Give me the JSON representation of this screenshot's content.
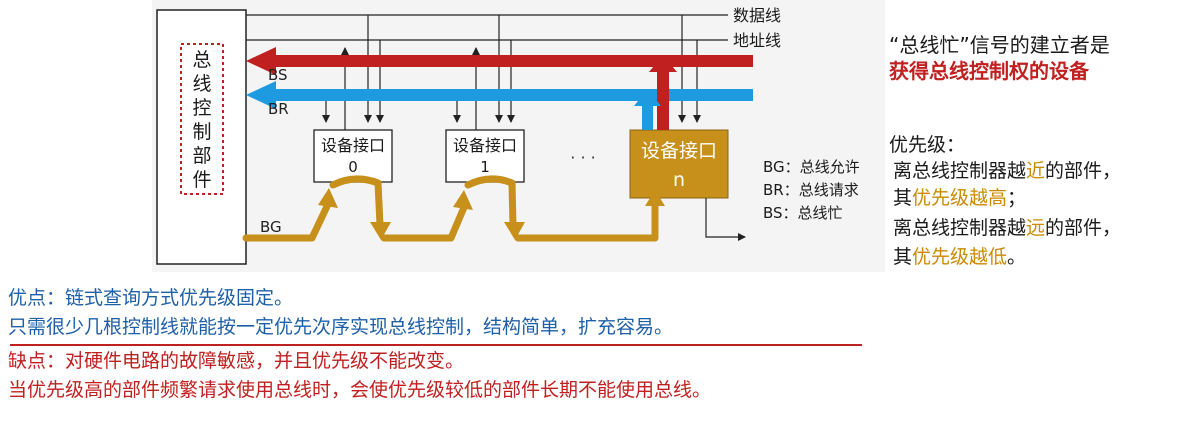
{
  "diagram": {
    "controller_label": "总线控制部件",
    "lines": {
      "data_line": "数据线",
      "address_line": "地址线",
      "bs": "BS",
      "br": "BR",
      "bg": "BG"
    },
    "devices": [
      {
        "name": "设备接口",
        "index": "0"
      },
      {
        "name": "设备接口",
        "index": "1"
      },
      {
        "name": "设备接口",
        "index": "n"
      }
    ],
    "ellipsis": "· · ·",
    "legend": [
      "BG：总线允许",
      "BR：总线请求",
      "BS：总线忙"
    ],
    "colors": {
      "bs": "#c0201f",
      "br": "#1e9be0",
      "bg": "#c6901a",
      "dev_n": "#c6901a"
    }
  },
  "right": {
    "line1": "“总线忙”信号的建立者是",
    "line2": "获得总线控制权的设备",
    "priority_title": "优先级：",
    "near_pre": "离总线控制器越",
    "near_word": "近",
    "near_post": "的部件，",
    "high_pre": "其",
    "high_word": "优先级越高",
    "high_post": "；",
    "far_pre": "离总线控制器越",
    "far_word": "远",
    "far_post": "的部件，",
    "low_pre": "其",
    "low_word": "优先级越低",
    "low_post": "。"
  },
  "bottom": {
    "pros": "优点：链式查询方式优先级固定。",
    "pros_detail": "只需很少几根控制线就能按一定优先次序实现总线控制，结构简单，扩充容易。",
    "cons": "缺点：对硬件电路的故障敏感，并且优先级不能改变。",
    "cons_detail": "当优先级高的部件频繁请求使用总线时，会使优先级较低的部件长期不能使用总线。"
  }
}
